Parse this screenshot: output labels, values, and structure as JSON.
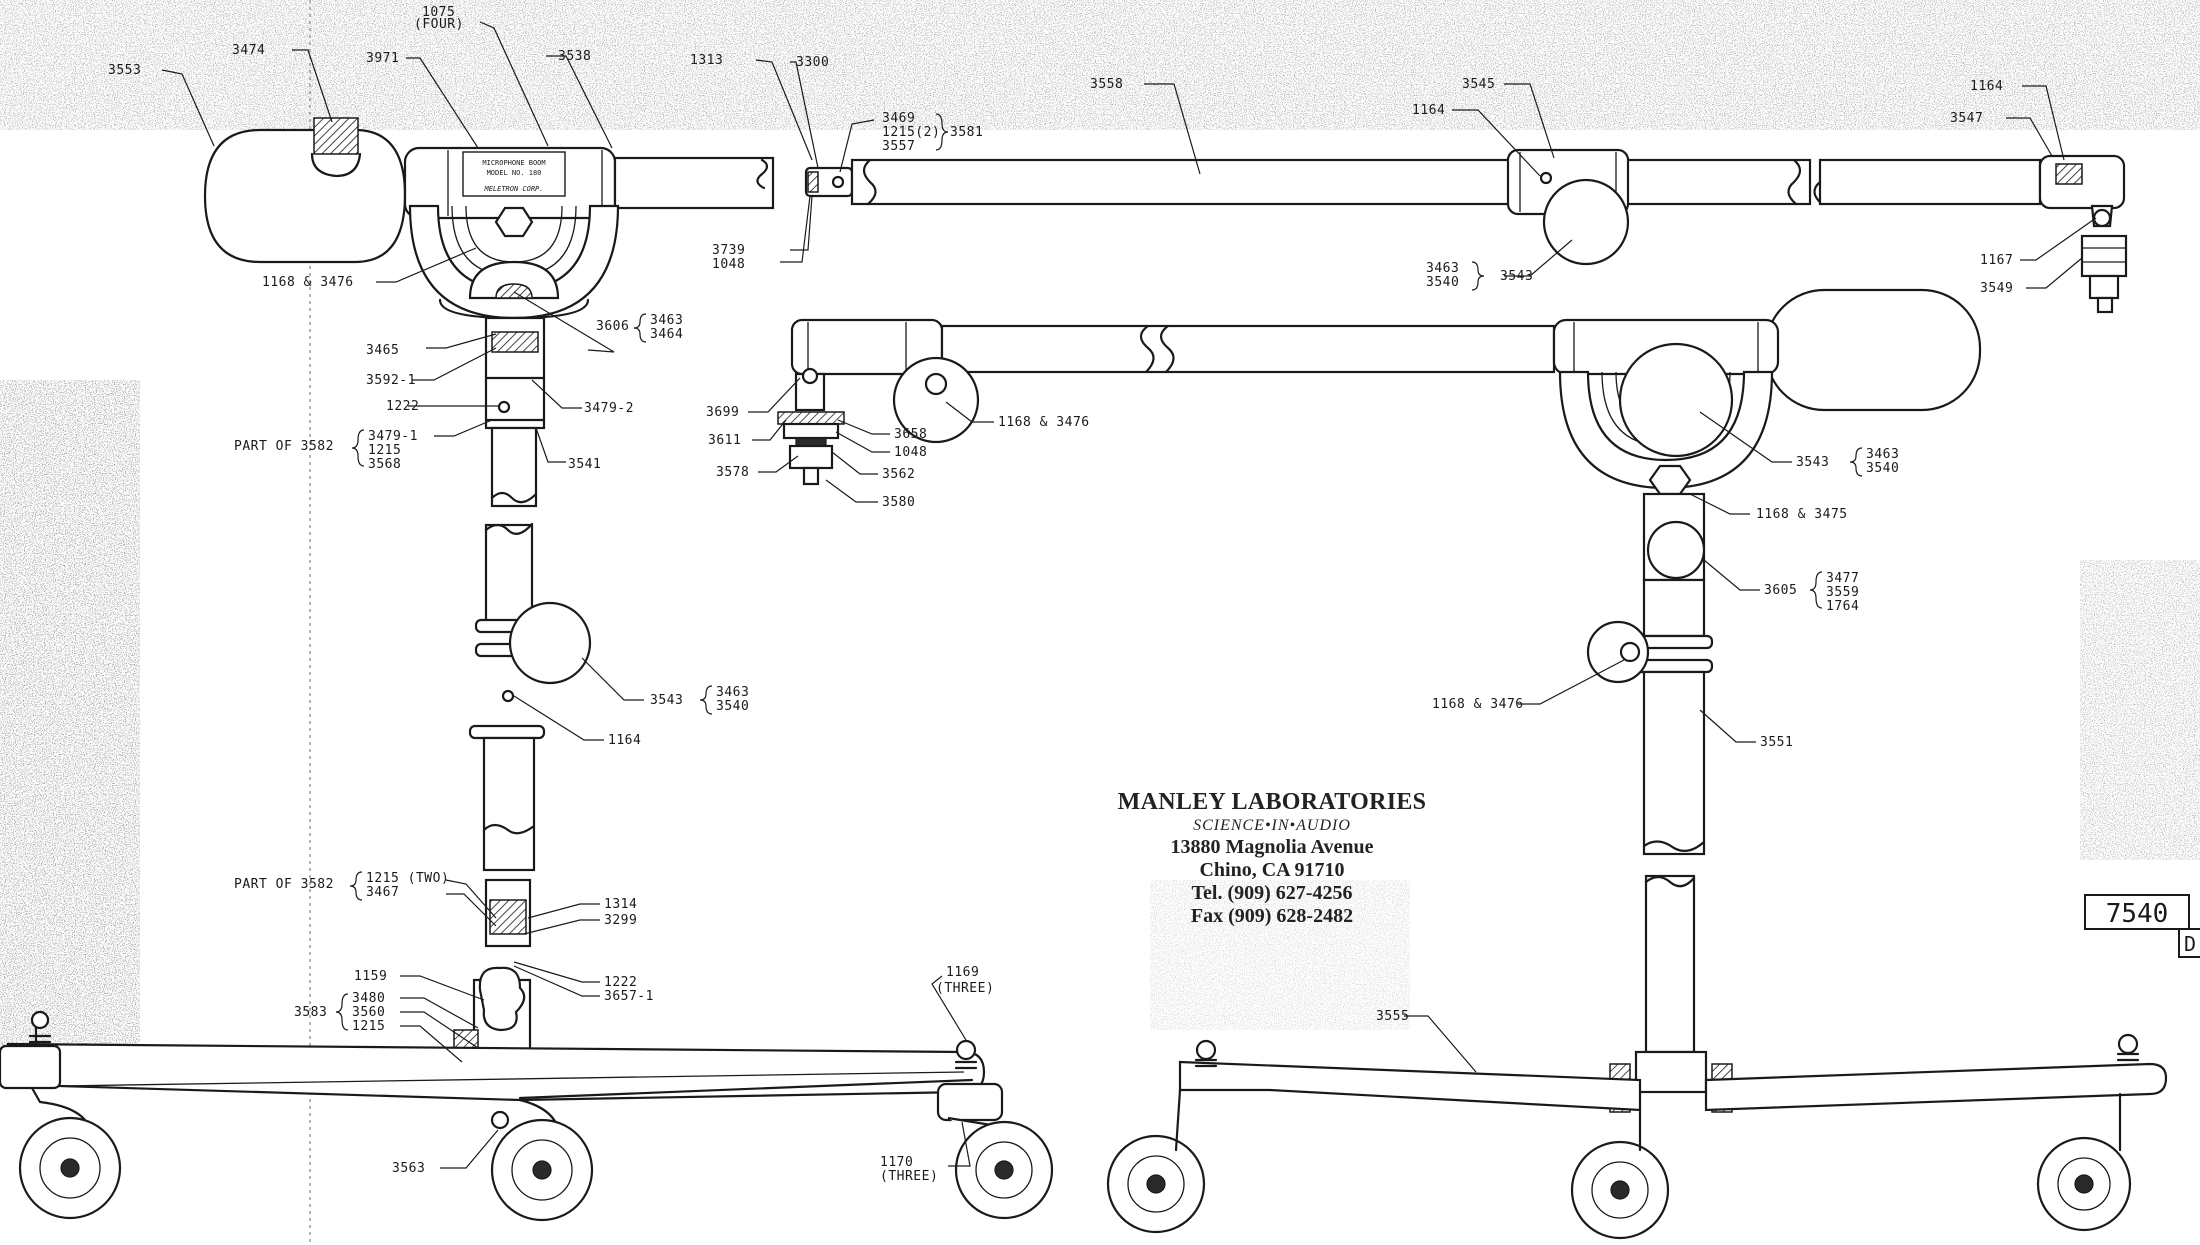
{
  "company": {
    "name": "MANLEY LABORATORIES",
    "tagline": "SCIENCE•IN•AUDIO",
    "street": "13880 Magnolia Avenue",
    "city": "Chino, CA  91710",
    "tel": "Tel. (909) 627-4256",
    "fax": "Fax (909) 628-2482"
  },
  "drawing_number": "7540",
  "drawing_suffix": "D",
  "nameplate": {
    "line1": "MICROPHONE BOOM",
    "line2": "MODEL NO. 180",
    "line3": "MELETRON CORP."
  },
  "callouts": {
    "c3553": "3553",
    "c3474": "3474",
    "c3971": "3971",
    "c1075": "1075",
    "c1075b": "(FOUR)",
    "c3538": "3538",
    "c1313": "1313",
    "c3300": "3300",
    "c3469": "3469",
    "c1215_2": "1215(2)",
    "c3557": "3557",
    "c3581": "3581",
    "c3739": "3739",
    "c1048": "1048",
    "c1168_3476_a": "1168 & 3476",
    "c3465": "3465",
    "c3592": "3592-1",
    "c1222_a": "1222",
    "c3606": "3606",
    "c3463_a": "3463",
    "c3464": "3464",
    "c3479_2": "3479-2",
    "cpart3582_a": "PART OF 3582",
    "c3479_1": "3479-1",
    "c1215_a": "1215",
    "c3568": "3568",
    "c3541": "3541",
    "c3558": "3558",
    "c3545": "3545",
    "c1164_a": "1164",
    "c3463_b": "3463",
    "c3540_b": "3540",
    "c3543_a": "3543",
    "c1164_b": "1164",
    "c3547": "3547",
    "c1167": "1167",
    "c3549": "3549",
    "c3699": "3699",
    "c3611": "3611",
    "c3578": "3578",
    "c3658": "3658",
    "c1048_b": "1048",
    "c3562": "3562",
    "c3580": "3580",
    "c1168_3476_b": "1168 & 3476",
    "c3543_b": "3543",
    "c3463_c": "3463",
    "c3540_c": "3540",
    "c1164_c": "1164",
    "cpart3582_b": "PART OF 3582",
    "c1215_two": "1215 (TWO)",
    "c3467": "3467",
    "c1314": "1314",
    "c3299": "3299",
    "c1222_b": "1222",
    "c3657": "3657-1",
    "c1159": "1159",
    "c3583": "3583",
    "c3480": "3480",
    "c3560": "3560",
    "c1215_b": "1215",
    "c3563": "3563",
    "c1169": "1169",
    "c1169b": "(THREE)",
    "c1170": "1170",
    "c1170b": "(THREE)",
    "c3543_c": "3543",
    "c3463_d": "3463",
    "c3540_d": "3540",
    "c1168_3475": "1168 & 3475",
    "c3605": "3605",
    "c3477": "3477",
    "c3559": "3559",
    "c1764": "1764",
    "c1168_3476_c": "1168 & 3476",
    "c3551": "3551",
    "c3555": "3555"
  }
}
